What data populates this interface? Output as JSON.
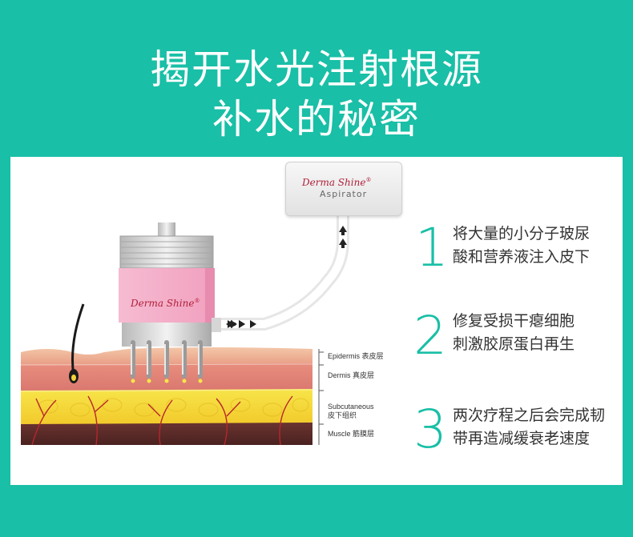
{
  "headline": {
    "line1": "揭开水光注射根源",
    "line2": "补水的秘密"
  },
  "device": {
    "aspirator_brand": "Derma Shine",
    "aspirator_label": "Aspirator",
    "handpiece_brand": "Derma Shine",
    "registered_mark": "®"
  },
  "skin_layers": [
    {
      "en": "Epidermis",
      "zh": "表皮层"
    },
    {
      "en": "Dermis",
      "zh": "真皮层"
    },
    {
      "en": "Subcutaneous",
      "zh": "皮下组织"
    },
    {
      "en": "Muscle",
      "zh": "筋膜层"
    }
  ],
  "steps": [
    {
      "number": "1",
      "line1": "将大量的小分子玻尿",
      "line2": "酸和营养液注入皮下"
    },
    {
      "number": "2",
      "line1": "修复受损干瘪细胞",
      "line2": "刺激胶原蛋白再生"
    },
    {
      "number": "3",
      "line1": "两次疗程之后会完成韧",
      "line2": "带再造减缓衰老速度"
    }
  ],
  "colors": {
    "background": "#19bfa6",
    "accent": "#19bfa6",
    "brand": "#b0203a",
    "device_pink": "#f2a3c0"
  }
}
